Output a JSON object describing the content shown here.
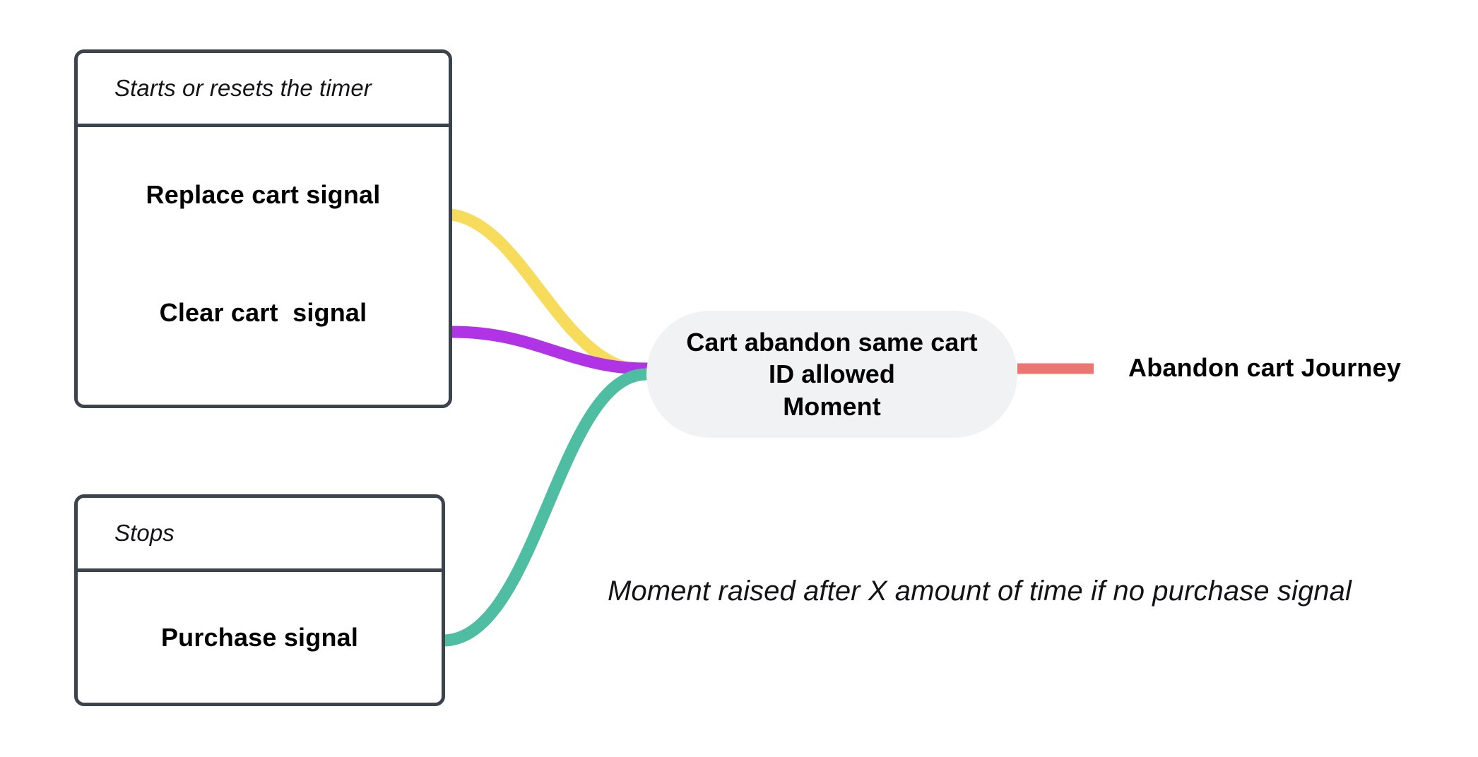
{
  "diagram": {
    "background_color": "#ffffff",
    "groups": [
      {
        "id": "starts-resets",
        "header_label": "Starts or resets the timer",
        "border_color": "#3b434d",
        "items": [
          {
            "label": "Replace cart signal",
            "edge_color": "#f7dc5c"
          },
          {
            "label": "Clear cart  signal",
            "edge_color": "#b033e6"
          }
        ]
      },
      {
        "id": "stops",
        "header_label": "Stops",
        "border_color": "#3b434d",
        "items": [
          {
            "label": "Purchase signal",
            "edge_color": "#4fbda2"
          }
        ]
      }
    ],
    "moment_node": {
      "label": "Cart abandon same cart\nID allowed\nMoment",
      "background_color": "#f1f2f4"
    },
    "journey": {
      "label": "Abandon cart Journey",
      "edge_color": "#ec7571"
    },
    "footnote": "Moment raised after X amount of time if no purchase signal"
  }
}
